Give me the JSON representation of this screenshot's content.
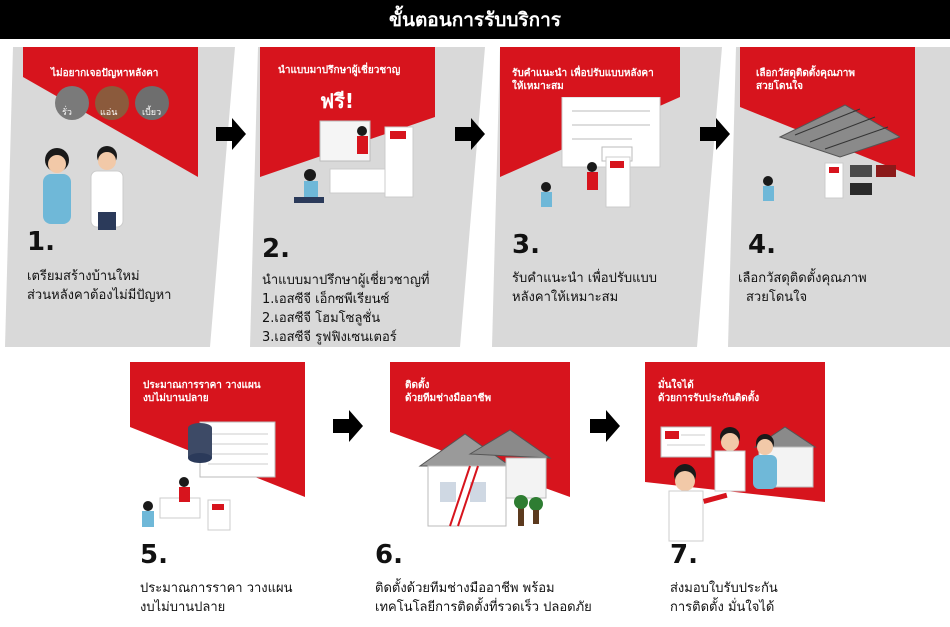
{
  "header": {
    "title": "ขั้นตอนการรับบริการ"
  },
  "colors": {
    "red": "#d7141d",
    "gray": "#d9d9d9",
    "black": "#000000"
  },
  "steps": [
    {
      "number": "1.",
      "card_title": "ไม่อยากเจอปัญหาหลังคา",
      "card_subtitle": "",
      "badges": [
        "รั่ว",
        "แอ่น",
        "เบี้ยว"
      ],
      "desc_lines": [
        "เตรียมสร้างบ้านใหม่",
        "ส่วนหลังคาต้องไม่มีปัญหา"
      ]
    },
    {
      "number": "2.",
      "card_title": "นำแบบมาปรึกษาผู้เชี่ยวชาญ",
      "card_subtitle": "ฟรี!",
      "desc_lines": [
        "นำแบบมาปรึกษาผู้เชี่ยวชาญที่",
        "1.เอสซีจี เอ็กซพีเรียนซ์",
        "2.เอสซีจี โฮมโซลูชั่น",
        "3.เอสซีจี รูฟฟิงเซนเตอร์"
      ]
    },
    {
      "number": "3.",
      "card_title_lines": [
        "รับคำแนะนำ เพื่อปรับแบบหลังคา",
        "ให้เหมาะสม"
      ],
      "desc_lines": [
        "รับคำแนะนำ เพื่อปรับแบบ",
        "หลังคาให้เหมาะสม"
      ]
    },
    {
      "number": "4.",
      "card_title_lines": [
        "เลือกวัสดุติดตั้งคุณภาพ",
        "สวยโดนใจ"
      ],
      "desc_lines": [
        "เลือกวัสดุติดตั้งคุณภาพ",
        "สวยโดนใจ"
      ]
    },
    {
      "number": "5.",
      "card_title_lines": [
        "ประมาณการราคา วางแผน",
        "งบไม่บานปลาย"
      ],
      "desc_lines": [
        "ประมาณการราคา วางแผน",
        "งบไม่บานปลาย"
      ]
    },
    {
      "number": "6.",
      "card_title_lines": [
        "ติดตั้ง",
        "ด้วยทีมช่างมืออาชีพ"
      ],
      "desc_lines": [
        "ติดตั้งด้วยทีมช่างมืออาชีพ พร้อม",
        "เทคโนโลยีการติดตั้งที่รวดเร็ว ปลอดภัย"
      ]
    },
    {
      "number": "7.",
      "card_title_lines": [
        "มั่นใจได้",
        "ด้วยการรับประกันติดตั้ง"
      ],
      "desc_lines": [
        "ส่งมอบใบรับประกัน",
        "การติดตั้ง มั่นใจได้"
      ]
    }
  ]
}
